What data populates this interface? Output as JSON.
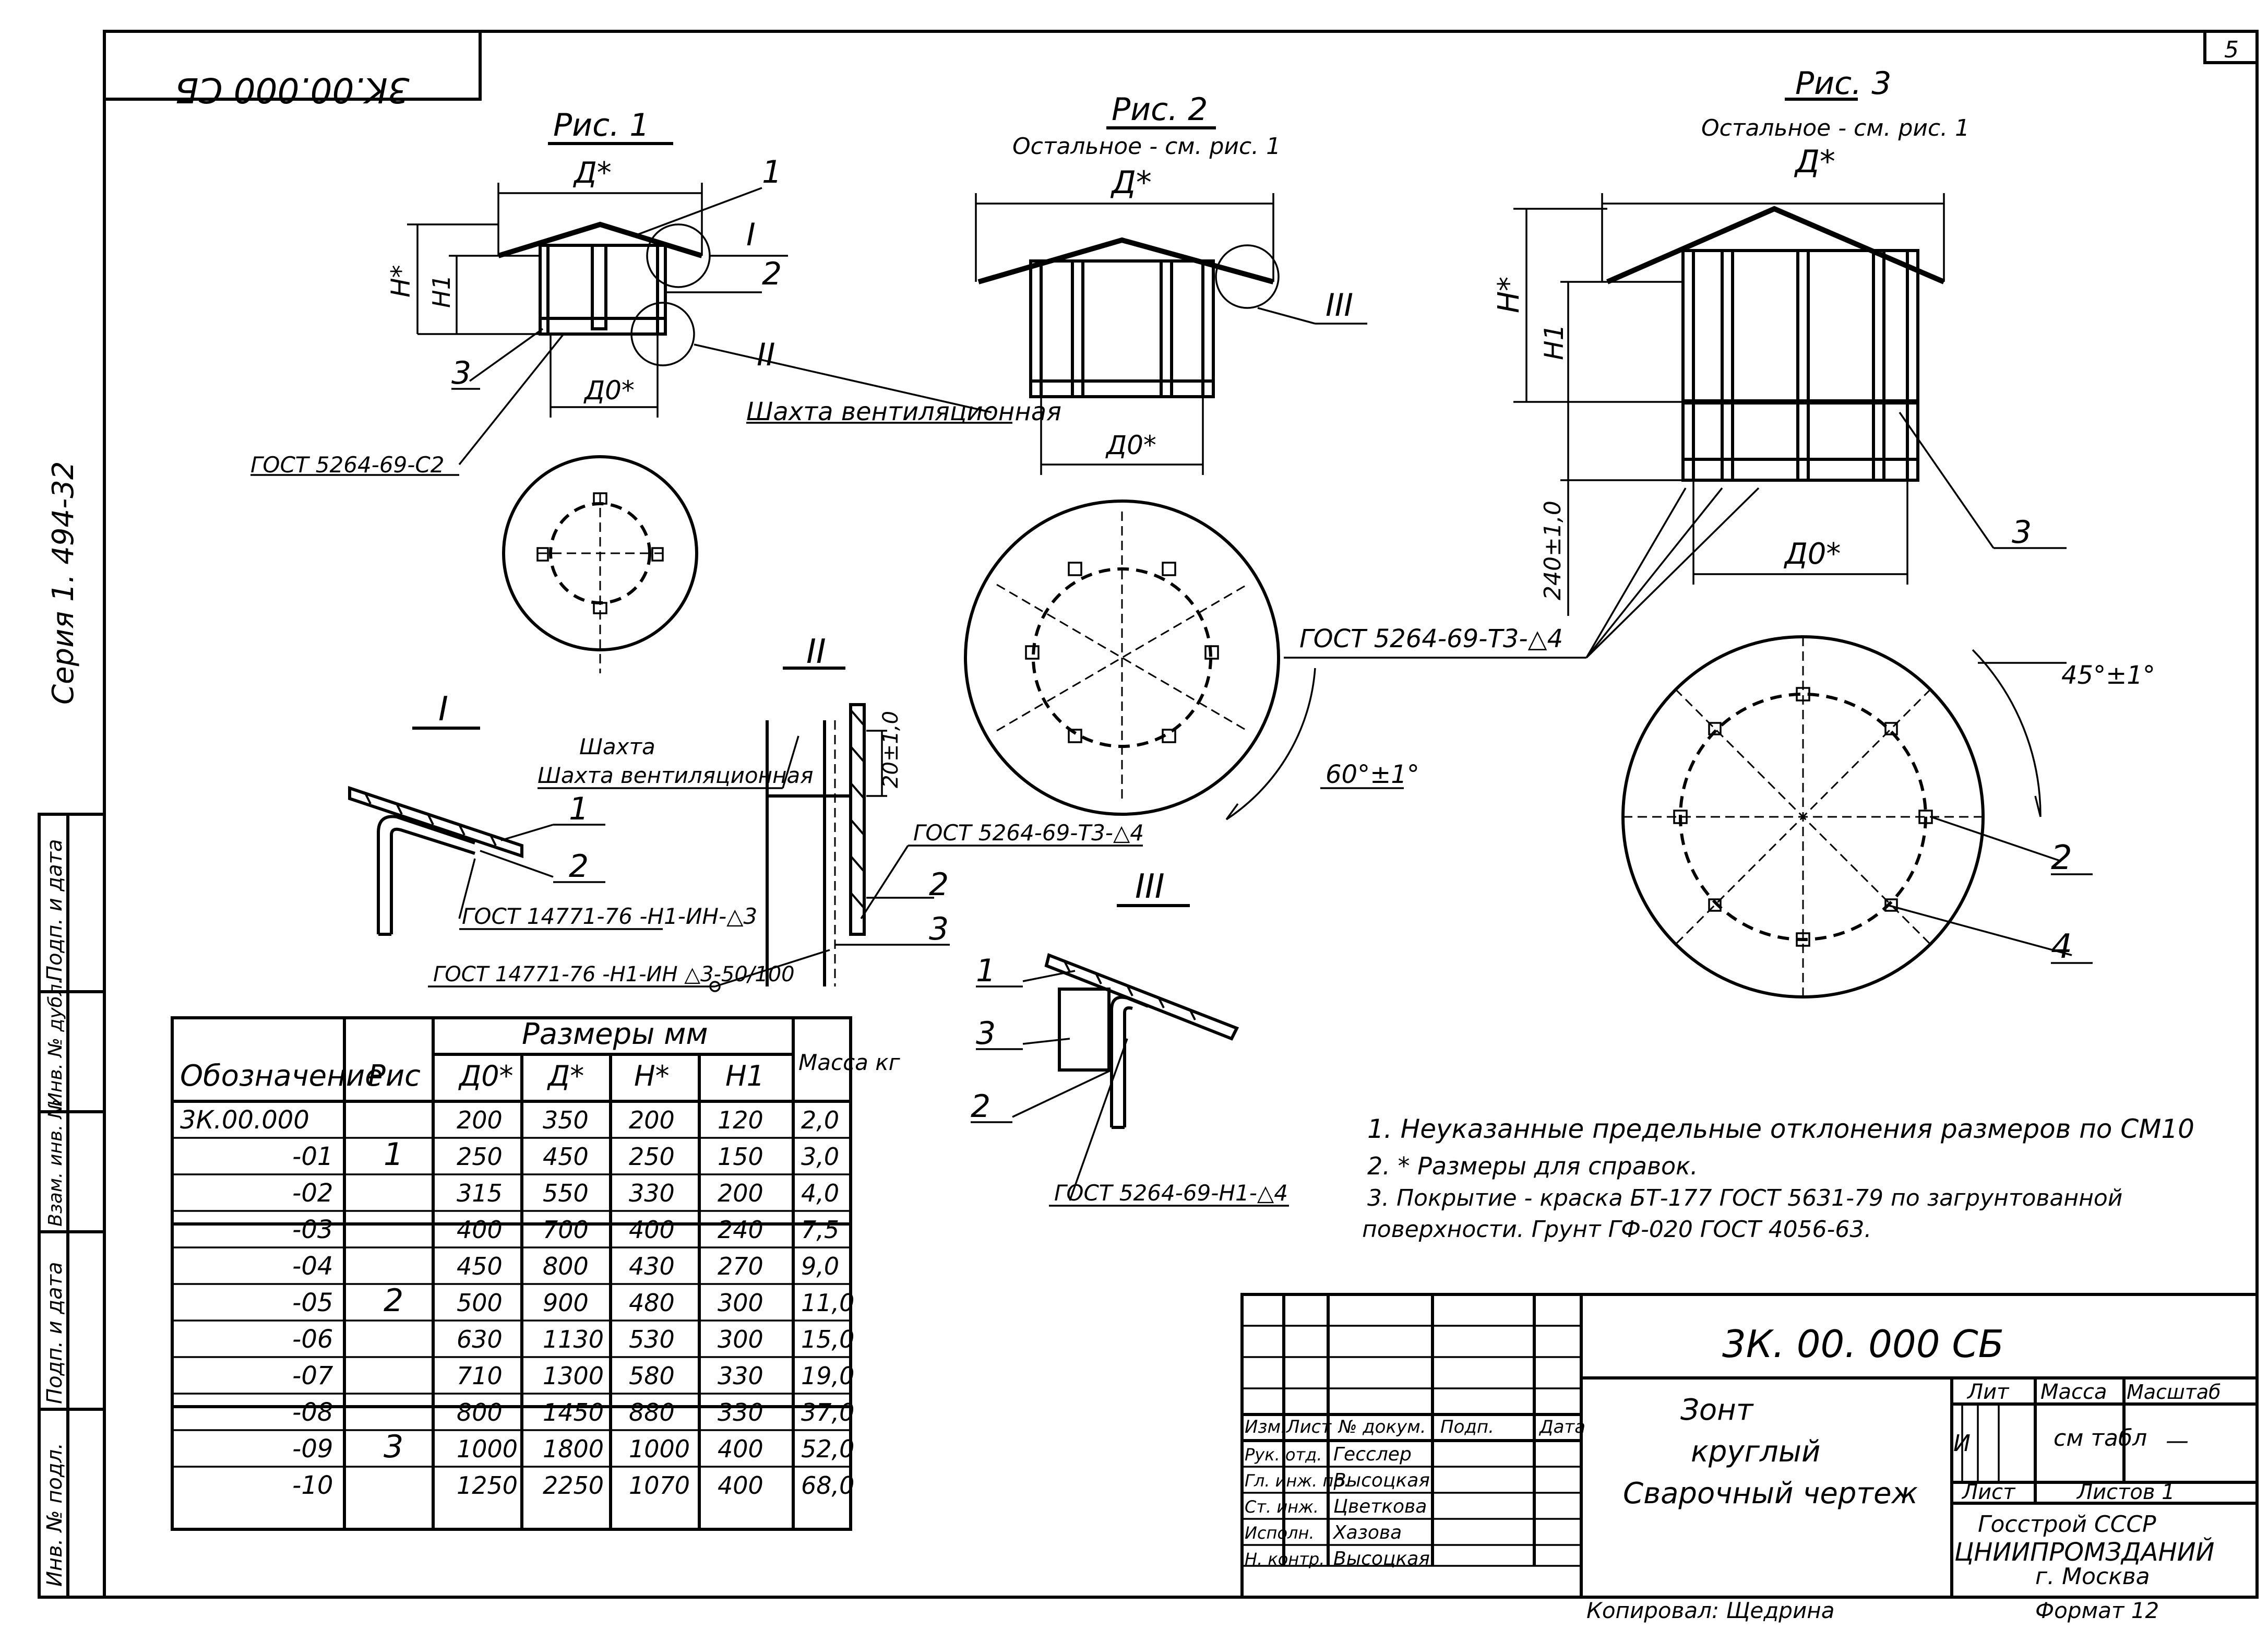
{
  "sheet": {
    "sheet_number": "5",
    "mirrored_code": "3K.00.000 СБ",
    "series_label": "Серия 1. 494-32"
  },
  "views": {
    "fig1": {
      "title": "Рис. 1",
      "D": "Д*",
      "H": "Н*",
      "H1": "Н1",
      "D0": "Д0*"
    },
    "fig2": {
      "title": "Рис. 2",
      "note": "Остальное - см. рис. 1",
      "D": "Д*",
      "D0": "Д0*"
    },
    "fig3": {
      "title": "Рис. 3",
      "note": "Остальное - см. рис. 1",
      "D": "Д*",
      "H": "Н*",
      "H1": "Н1",
      "D0": "Д0*",
      "dim_240": "240±1,0"
    }
  },
  "callouts": {
    "c1": "1",
    "c2": "2",
    "c3": "3",
    "cI": "I",
    "cII": "II",
    "cIII": "III",
    "shaft": "Шахта вентиляционная",
    "weld_fig1": "ГОСТ 5264-69-С2",
    "weld_t3": "ГОСТ 5264-69-Т3-△4",
    "angle_60": "60°±1°",
    "angle_45": "45°±1°",
    "fig3_c3": "3",
    "fig3_c2": "2",
    "fig3_c4": "4"
  },
  "details": {
    "I": {
      "title": "I",
      "c1": "1",
      "c2": "2",
      "weld": "ГОСТ 14771-76 -Н1-ИН-△3"
    },
    "II": {
      "title": "II",
      "shaft": "Шахта вентиляционная",
      "dim": "20±1,0",
      "weld_t3": "ГОСТ 5264-69-Т3-△4",
      "c2": "2",
      "c3": "3",
      "weld_nh": "ГОСТ 14771-76 -Н1-ИН △3-50/100"
    },
    "III": {
      "title": "III",
      "c1": "1",
      "c3": "3",
      "c2": "2",
      "weld": "ГОСТ 5264-69-Н1-△4"
    }
  },
  "table": {
    "header_designation": "Обозначение",
    "header_fig": "Рис",
    "header_sizes": "Размеры мм",
    "header_mass": "Масса кг",
    "sub_headers": [
      "Д0*",
      "Д*",
      "Н*",
      "Н1"
    ],
    "rows": [
      {
        "designation": "3К.00.000",
        "fig": "",
        "d0": "200",
        "d": "350",
        "h": "200",
        "h1": "120",
        "mass": "2,0"
      },
      {
        "designation": "-01",
        "fig": "1",
        "d0": "250",
        "d": "450",
        "h": "250",
        "h1": "150",
        "mass": "3,0"
      },
      {
        "designation": "-02",
        "fig": "",
        "d0": "315",
        "d": "550",
        "h": "330",
        "h1": "200",
        "mass": "4,0"
      },
      {
        "designation": "-03",
        "fig": "",
        "d0": "400",
        "d": "700",
        "h": "400",
        "h1": "240",
        "mass": "7,5"
      },
      {
        "designation": "-04",
        "fig": "",
        "d0": "450",
        "d": "800",
        "h": "430",
        "h1": "270",
        "mass": "9,0"
      },
      {
        "designation": "-05",
        "fig": "2",
        "d0": "500",
        "d": "900",
        "h": "480",
        "h1": "300",
        "mass": "11,0"
      },
      {
        "designation": "-06",
        "fig": "",
        "d0": "630",
        "d": "1130",
        "h": "530",
        "h1": "300",
        "mass": "15,0"
      },
      {
        "designation": "-07",
        "fig": "",
        "d0": "710",
        "d": "1300",
        "h": "580",
        "h1": "330",
        "mass": "19,0"
      },
      {
        "designation": "-08",
        "fig": "",
        "d0": "800",
        "d": "1450",
        "h": "880",
        "h1": "330",
        "mass": "37,0"
      },
      {
        "designation": "-09",
        "fig": "3",
        "d0": "1000",
        "d": "1800",
        "h": "1000",
        "h1": "400",
        "mass": "52,0"
      },
      {
        "designation": "-10",
        "fig": "",
        "d0": "1250",
        "d": "2250",
        "h": "1070",
        "h1": "400",
        "mass": "68,0"
      }
    ]
  },
  "notes": [
    "1. Неуказанные предельные отклонения размеров по СМ10",
    "2. * Размеры для справок.",
    "3.     Покрытие - краска БТ-177 ГОСТ 5631-79 по загрунтованной",
    "поверхности.   Грунт ГФ-020 ГОСТ 4056-63."
  ],
  "title_block": {
    "code": "3К. 00. 000 СБ",
    "name_line1": "Зонт",
    "name_line2": "круглый",
    "name_line3": "Сварочный чертеж",
    "col_headers": [
      "Изм.",
      "Лист",
      "№ докум.",
      "Подп.",
      "Дата"
    ],
    "roles": [
      {
        "role": "Рук. отд.",
        "name": "Гесслер"
      },
      {
        "role": "Гл. инж. пр.",
        "name": "Высоцкая"
      },
      {
        "role": "Ст. инж.",
        "name": "Цветкова"
      },
      {
        "role": "Исполн.",
        "name": "Хазова"
      },
      {
        "role": "Н. контр.",
        "name": "Высоцкая"
      }
    ],
    "lit_header": "Лит",
    "mass_header": "Масса",
    "scale_header": "Масштаб",
    "lit_value": "И",
    "mass_value": "см табл",
    "scale_value": "—",
    "sheet_label": "Лист",
    "sheets_label": "Листов 1",
    "org_line1": "Госстрой СССР",
    "org_line2": "ЦНИИПРОМЗДАНИЙ",
    "org_line3": "г. Москва",
    "copied_by": "Копировал: Щедрина",
    "format": "Формат 12"
  },
  "left_strip": {
    "labels": [
      "Подп. и дата",
      "Инв. № дубл.",
      "Взам. инв. №",
      "Подп. и дата",
      "Инв. № подл."
    ]
  }
}
